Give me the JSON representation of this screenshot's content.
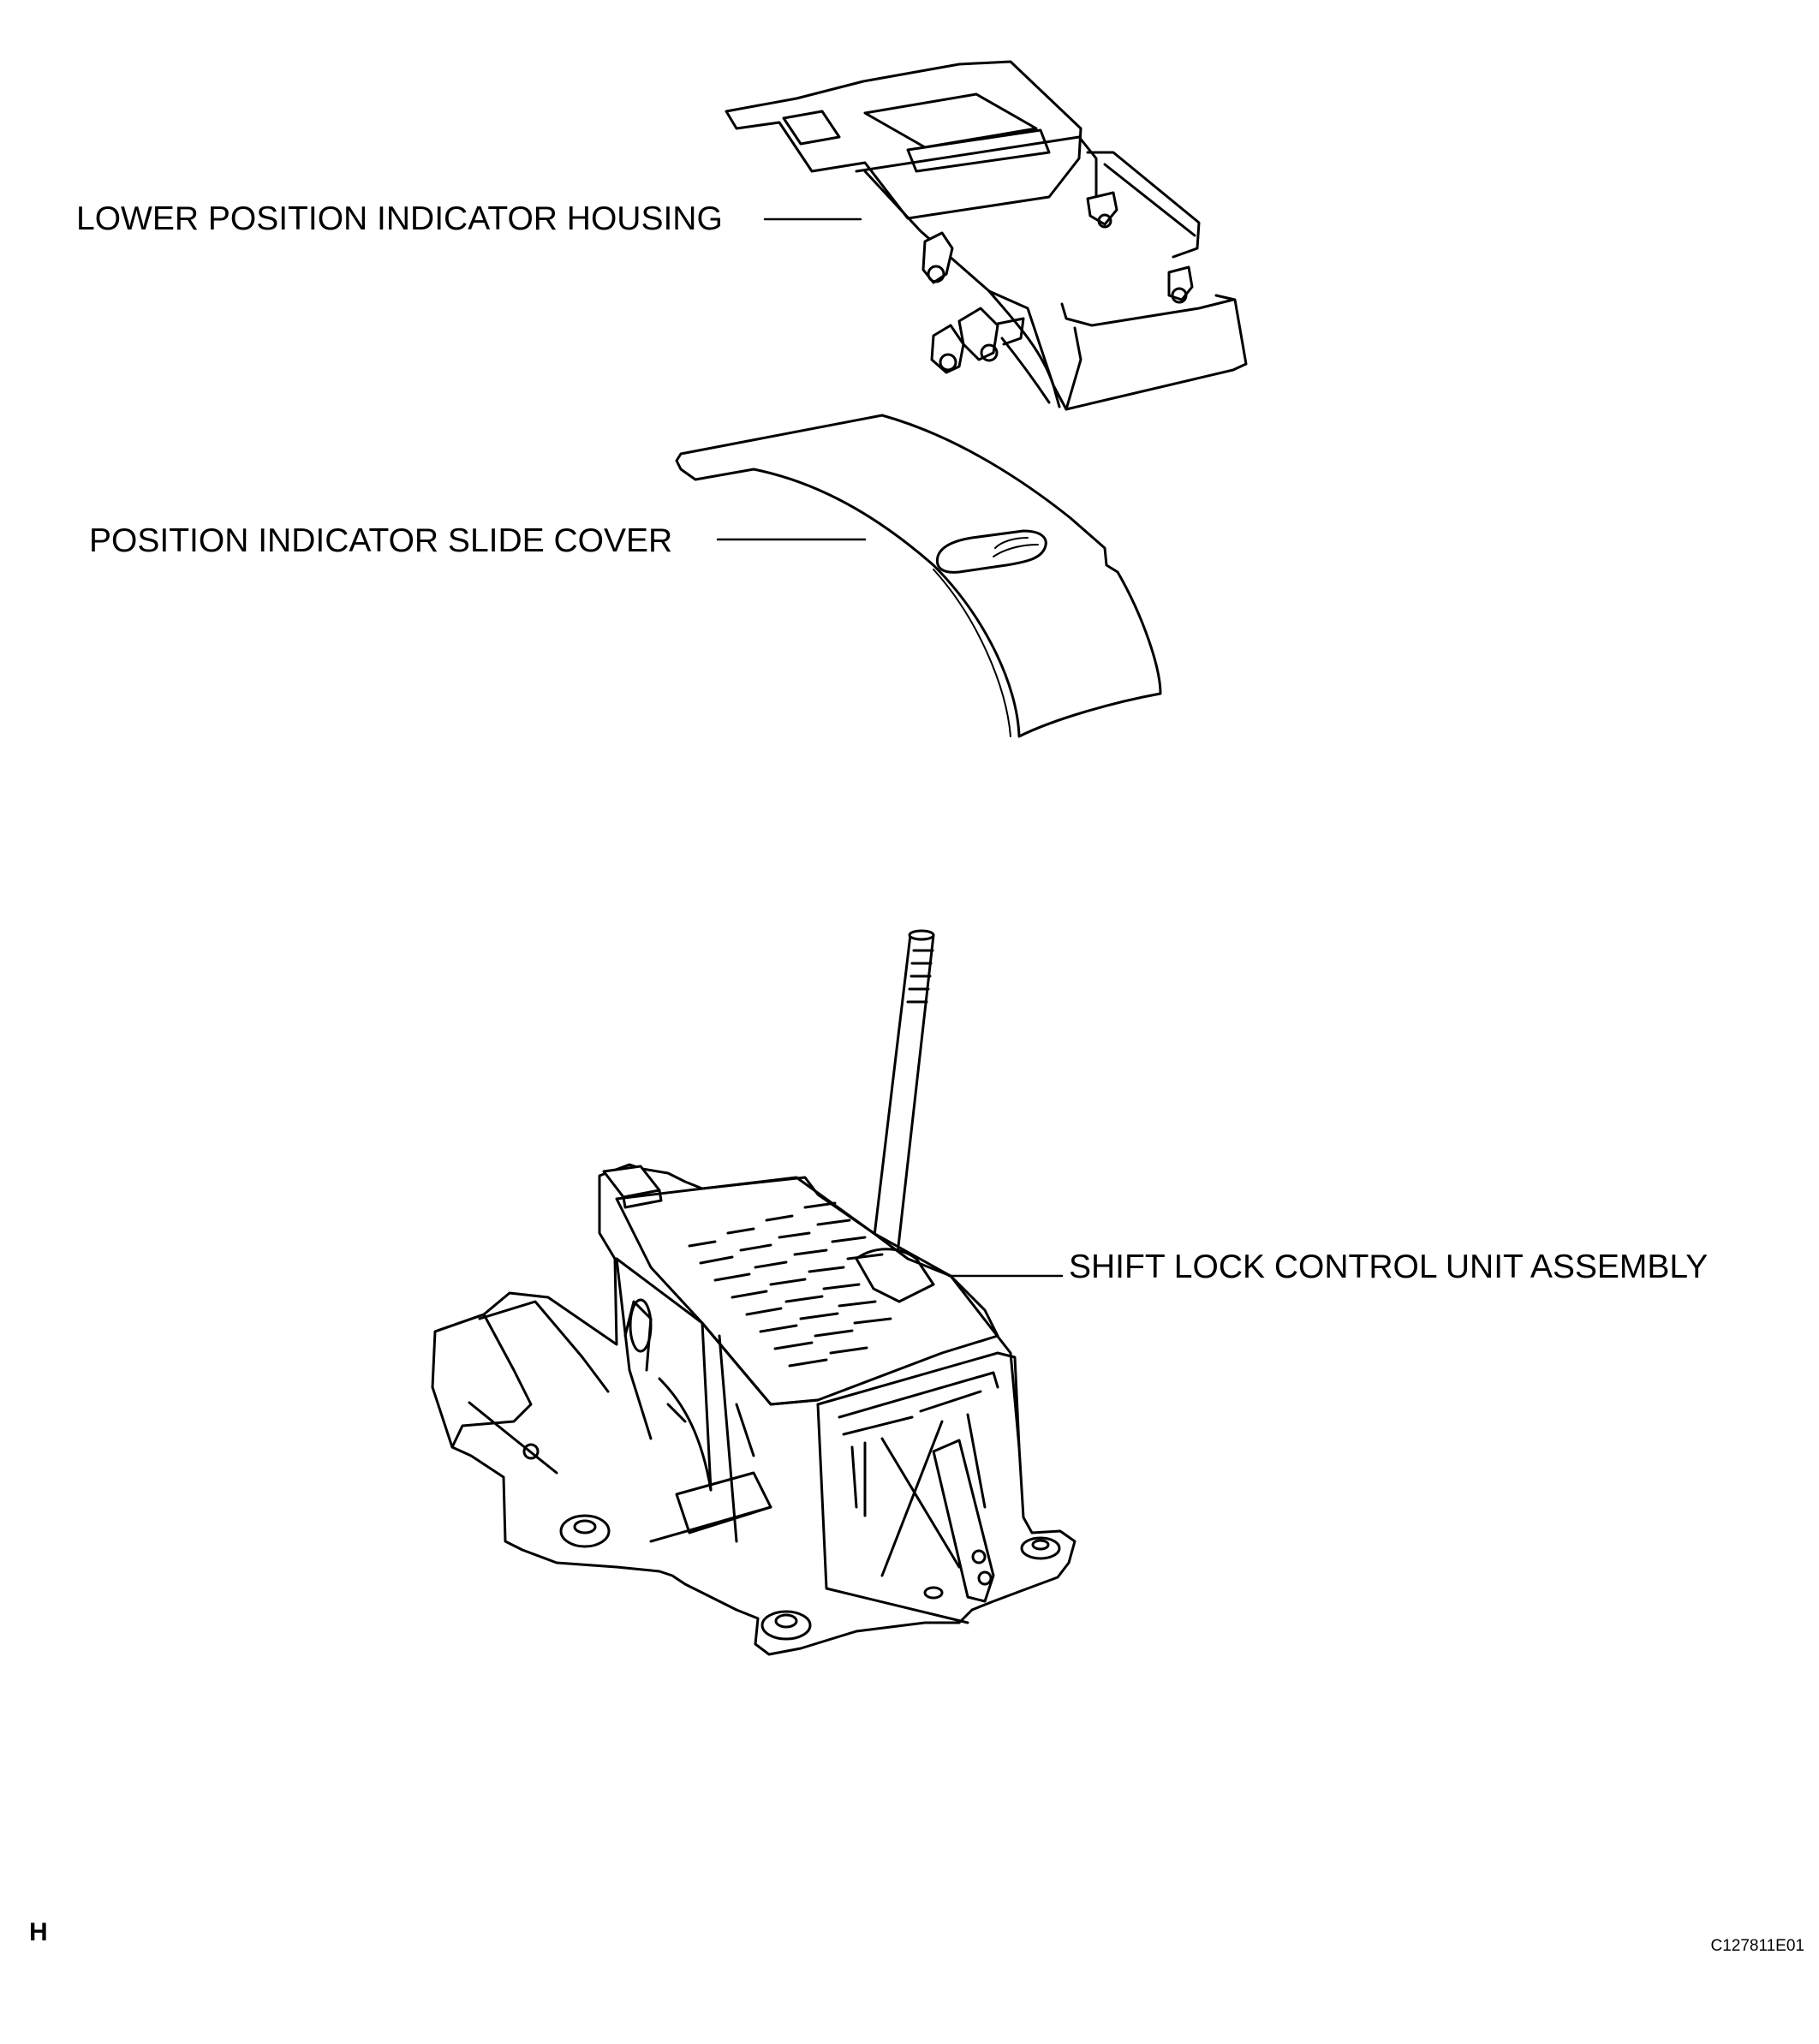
{
  "labels": {
    "lower_housing": "LOWER POSITION INDICATOR HOUSING",
    "slide_cover": "POSITION INDICATOR SLIDE COVER",
    "shift_lock": "SHIFT LOCK CONTROL UNIT ASSEMBLY"
  },
  "corner_code": "H",
  "figure_id": "C127811E01",
  "colors": {
    "ink": "#000000",
    "paper": "#ffffff"
  }
}
